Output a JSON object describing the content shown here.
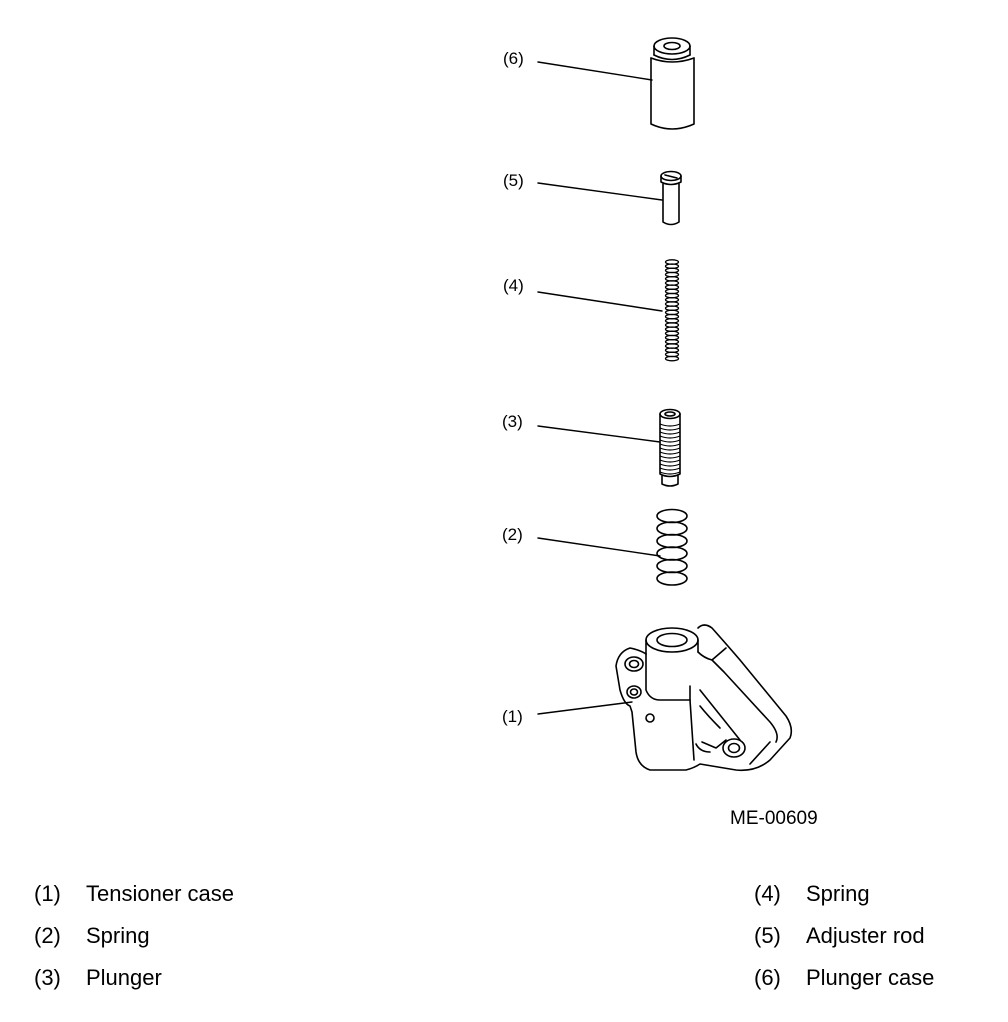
{
  "figure_code": "ME-00609",
  "callouts": [
    {
      "num": "(6)"
    },
    {
      "num": "(5)"
    },
    {
      "num": "(4)"
    },
    {
      "num": "(3)"
    },
    {
      "num": "(2)"
    },
    {
      "num": "(1)"
    }
  ],
  "legend": [
    {
      "num": "(1)",
      "name": "Tensioner case"
    },
    {
      "num": "(2)",
      "name": "Spring"
    },
    {
      "num": "(3)",
      "name": "Plunger"
    },
    {
      "num": "(4)",
      "name": "Spring"
    },
    {
      "num": "(5)",
      "name": "Adjuster rod"
    },
    {
      "num": "(6)",
      "name": "Plunger case"
    }
  ]
}
